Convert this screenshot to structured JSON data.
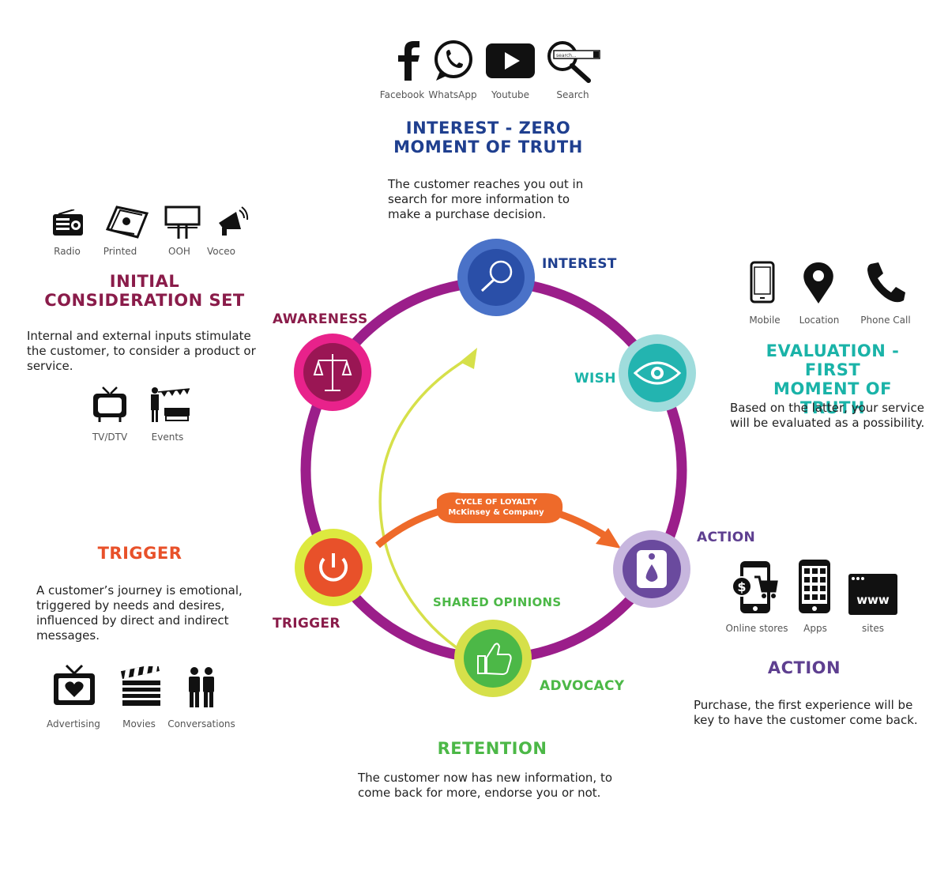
{
  "colors": {
    "ring": "#9b1e8a",
    "interest": "#2a4fa8",
    "wish": "#23b4b0",
    "action": "#6a4a9e",
    "advocacy": "#8dc63f",
    "trigger": "#e8512a",
    "awareness": "#c2185b",
    "initial_heading": "#8a1c4a",
    "trigger_heading": "#e8512a",
    "zero_heading": "#1f3f8f",
    "first_heading": "#1ab3a8",
    "action_heading": "#5e3f90",
    "retention_heading": "#4cb847",
    "cycle_arrow": "#ee6a2a",
    "advocacy_arrow": "#d6e04a"
  },
  "top": {
    "icons": [
      {
        "name": "facebook-icon",
        "label": "Facebook"
      },
      {
        "name": "whatsapp-icon",
        "label": "WhatsApp"
      },
      {
        "name": "youtube-icon",
        "label": "Youtube"
      },
      {
        "name": "search-icon",
        "label": "Search",
        "inner_text": "search..."
      }
    ],
    "heading_line1": "INTEREST - ZERO",
    "heading_line2": "MOMENT OF TRUTH",
    "description": "The customer reaches you out in search for more information to make a purchase decision."
  },
  "initial": {
    "icons": [
      {
        "name": "radio-icon",
        "label": "Radio"
      },
      {
        "name": "printed-icon",
        "label": "Printed"
      },
      {
        "name": "ooh-icon",
        "label": "OOH"
      },
      {
        "name": "voceo-icon",
        "label": "Voceo"
      }
    ],
    "heading_line1": "INITIAL",
    "heading_line2": "CONSIDERATION SET",
    "description": "Internal and external inputs stimulate the customer, to consider a product or service.",
    "icons2": [
      {
        "name": "tv-icon",
        "label": "TV/DTV"
      },
      {
        "name": "events-icon",
        "label": "Events"
      }
    ]
  },
  "evaluation": {
    "icons": [
      {
        "name": "mobile-icon",
        "label": "Mobile"
      },
      {
        "name": "location-icon",
        "label": "Location"
      },
      {
        "name": "phone-icon",
        "label": "Phone Call"
      }
    ],
    "heading_line1": "EVALUATION - FIRST",
    "heading_line2": "MOMENT OF TRUTH",
    "description": "Based on the latter, your service will be evaluated as a possibility."
  },
  "trigger_section": {
    "heading": "TRIGGER",
    "description": "A customer’s journey is emotional, triggered by needs and desires, influenced by direct and indirect messages.",
    "icons": [
      {
        "name": "advertising-icon",
        "label": "Advertising"
      },
      {
        "name": "movies-icon",
        "label": "Movies"
      },
      {
        "name": "conversations-icon",
        "label": "Conversations"
      }
    ]
  },
  "action_section": {
    "icons": [
      {
        "name": "online-stores-icon",
        "label": "Online stores"
      },
      {
        "name": "apps-icon",
        "label": "Apps"
      },
      {
        "name": "sites-icon",
        "label": "sites",
        "inner_text": "www"
      }
    ],
    "heading": "ACTION",
    "description": "Purchase, the first experience will be key to have the customer come back."
  },
  "retention": {
    "heading": "RETENTION",
    "description": "The customer now has new information, to come back for more, endorse you or not."
  },
  "cycle": {
    "nodes": {
      "interest": "INTEREST",
      "wish": "WISH",
      "action": "ACTION",
      "advocacy": "ADVOCACY",
      "trigger": "TRIGGER",
      "awareness": "AWARENESS"
    },
    "shared_opinions": "SHARED OPINIONS",
    "loyalty_line1": "CYCLE OF LOYALTY",
    "loyalty_line2": "McKinsey & Company"
  }
}
